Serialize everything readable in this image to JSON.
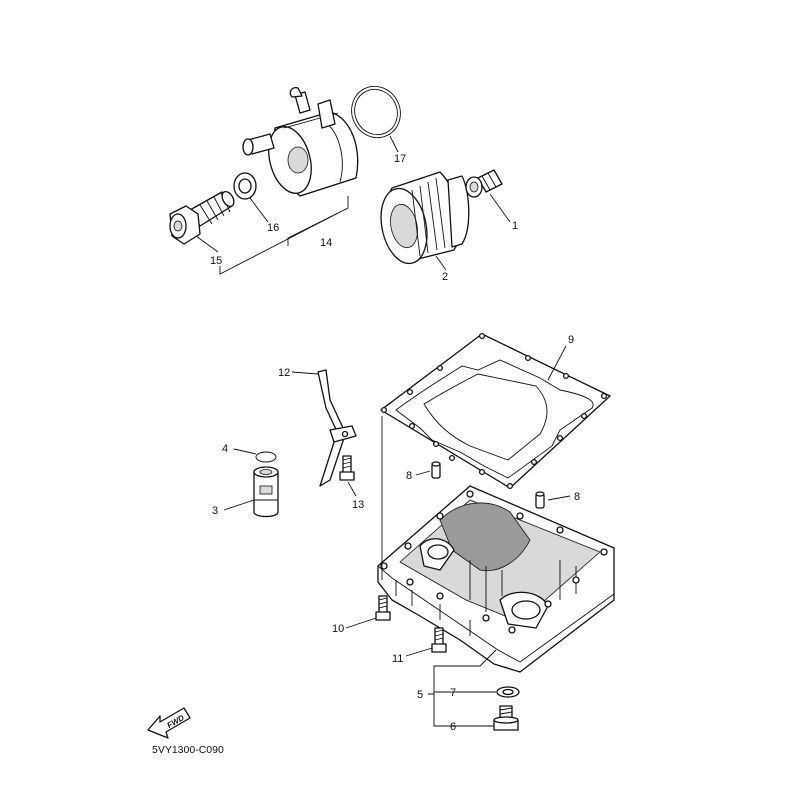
{
  "diagram": {
    "code": "5VY1300-C090",
    "fwd_text": "FWD",
    "labels": {
      "l1": "1",
      "l2": "2",
      "l3": "3",
      "l4": "4",
      "l5": "5",
      "l6": "6",
      "l7": "7",
      "l8a": "8",
      "l8b": "8",
      "l9": "9",
      "l10": "10",
      "l11": "11",
      "l12": "12",
      "l13": "13",
      "l14": "14",
      "l15": "15",
      "l16": "16",
      "l17": "17"
    }
  }
}
